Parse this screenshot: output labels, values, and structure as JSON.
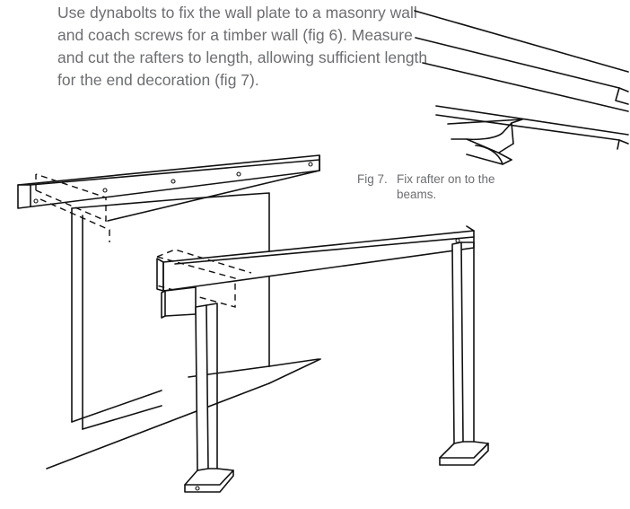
{
  "instructions": {
    "paragraph": "Use dynabolts to fix the wall plate to a masonry wall and coach screws for a timber wall (fig 6). Measure and cut the rafters to length, allowing sufficient length for the end decoration (fig 7)."
  },
  "figure7": {
    "caption_number": "Fig 7.",
    "caption_text": "Fix rafter on to the beams."
  }
}
